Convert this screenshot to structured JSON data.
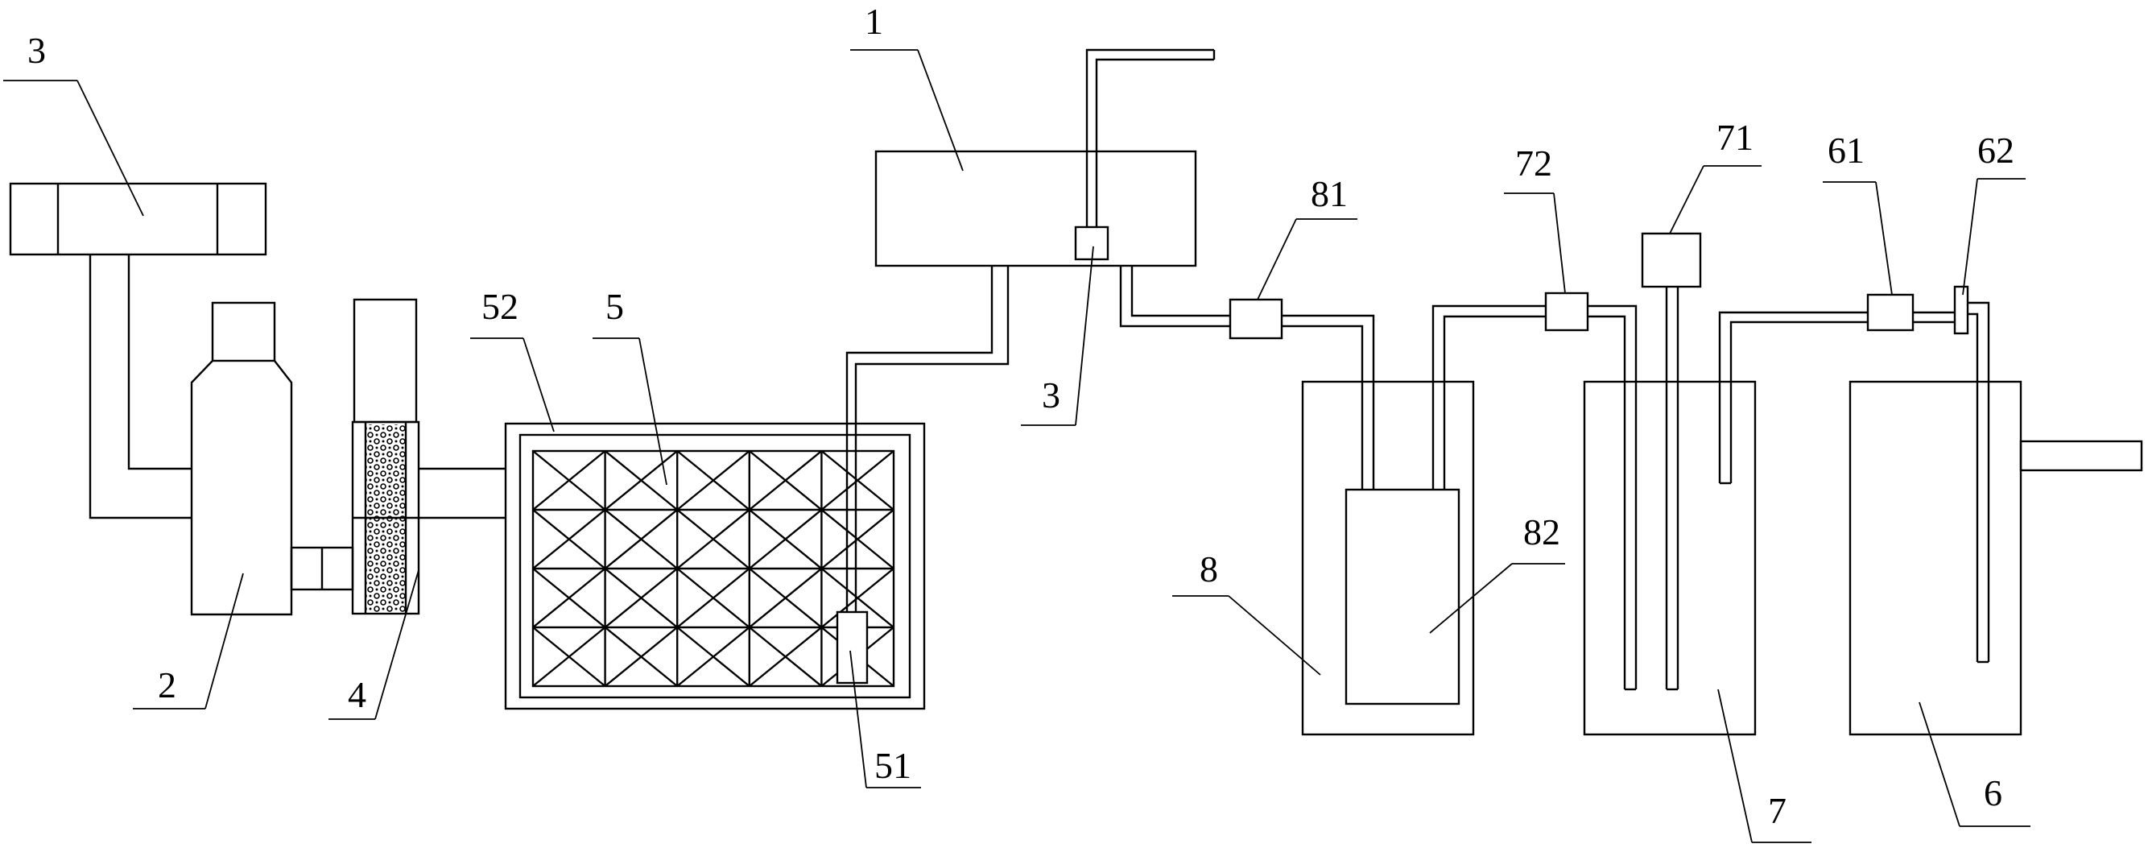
{
  "labels": {
    "l1": "1",
    "l2": "2",
    "l3a": "3",
    "l3b": "3",
    "l4": "4",
    "l5": "5",
    "l51": "51",
    "l52": "52",
    "l6": "6",
    "l61": "61",
    "l62": "62",
    "l7": "7",
    "l71": "71",
    "l72": "72",
    "l8": "8",
    "l81": "81",
    "l82": "82"
  }
}
